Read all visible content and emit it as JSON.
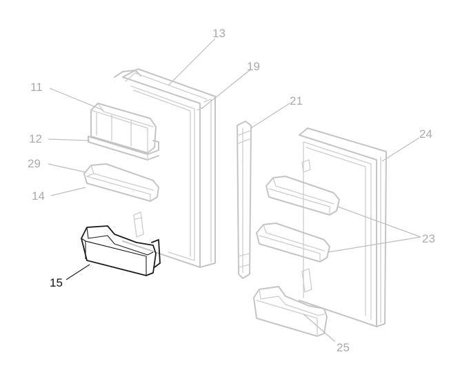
{
  "callouts": {
    "c11": "11",
    "c12": "12",
    "c13": "13",
    "c14": "14",
    "c15": "15",
    "c19": "19",
    "c21": "21",
    "c23": "23",
    "c24": "24",
    "c25": "25",
    "c29": "29"
  },
  "highlighted_part": "15",
  "colors": {
    "highlight": "#1a1a1a",
    "part_outline": "#c4c4c4",
    "callout_text": "#aaaaaa"
  }
}
